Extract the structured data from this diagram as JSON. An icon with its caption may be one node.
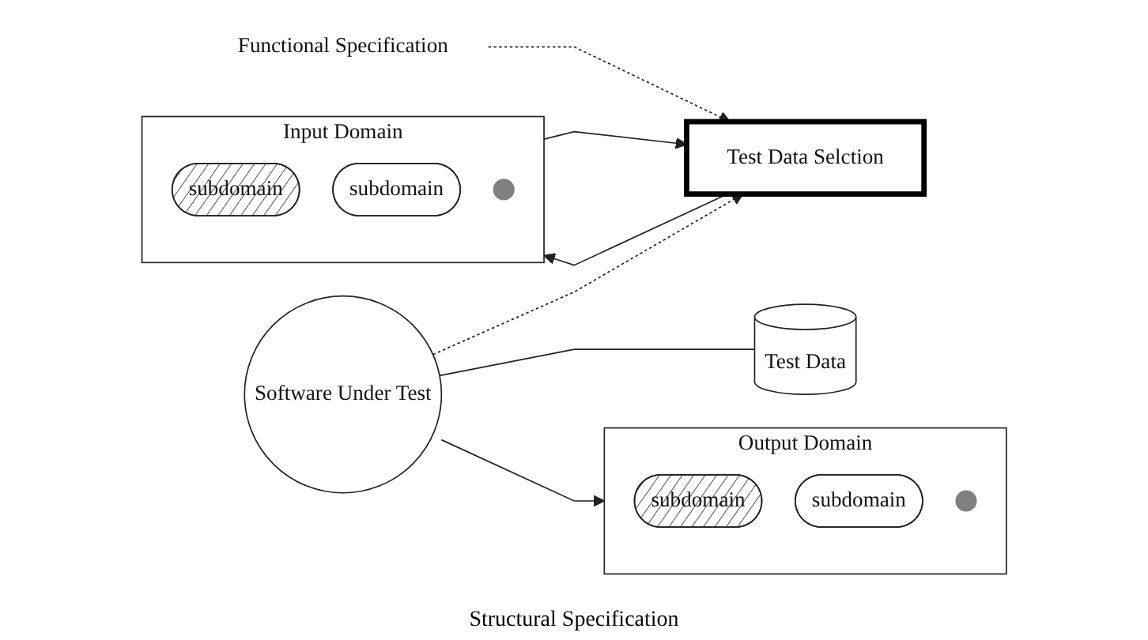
{
  "diagram": {
    "nodes": [
      {
        "text": [
          "Input Domain"
        ]
      },
      {
        "text": [
          "subdomain"
        ],
        "in": 0
      },
      {
        "text": [
          "subdomain"
        ],
        "in": 0
      },
      {
        "text": [],
        "shape": "circle",
        "in": 0
      },
      {
        "text": [
          "Functional Specification"
        ]
      },
      {
        "text": [
          "Test Data Selction"
        ]
      },
      {
        "text": [
          "Test Data"
        ]
      },
      {
        "text": [
          "Software Under Test"
        ]
      },
      {
        "text": [
          "Output Domain"
        ]
      },
      {
        "text": [
          "subdomain"
        ],
        "in": 8
      },
      {
        "text": [
          "subdomain"
        ],
        "in": 8
      },
      {
        "text": [],
        "shape": "circle",
        "in": 8
      }
    ],
    "edges": [
      {
        "from": 0,
        "to": 5,
        "arrow": "to"
      },
      {
        "from": 5,
        "to": 0,
        "arrow": "to"
      },
      {
        "from": 4,
        "to": 5,
        "arrow": "to",
        "style": "dashed"
      },
      {
        "from": 7,
        "to": 5,
        "arrow": "to",
        "style": "dashed"
      },
      {
        "from": 7,
        "to": 6,
        "arrow": "none"
      },
      {
        "from": 7,
        "to": 8,
        "arrow": "to"
      }
    ],
    "labels": [
      "Structural Specification"
    ]
  }
}
